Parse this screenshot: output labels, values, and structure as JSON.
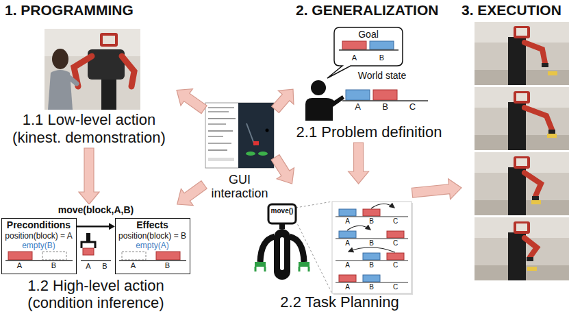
{
  "diagram": {
    "nodes": [
      {
        "text": [
          "1.1 Low-level action (kinest. demonstration)"
        ]
      },
      {
        "text": [
          "1.2 High-level action (condition inference)"
        ]
      },
      {
        "text": [
          "Preconditions",
          "position(block) = A",
          "empty(B)",
          "A",
          "B"
        ],
        "in": 1
      },
      {
        "text": [
          "Effects",
          "position(block) = B",
          "empty(A)",
          "A",
          "B"
        ],
        "in": 1
      },
      {
        "text": [
          "GUI interaction"
        ]
      },
      {
        "text": [
          "World state",
          "A",
          "B",
          "C",
          "2.1 Problem definition"
        ]
      },
      {
        "text": [
          "Goal",
          "A",
          "B"
        ]
      },
      {
        "text": [
          "move()",
          "2.2 Task Planning"
        ]
      },
      {
        "text": [
          "A",
          "B",
          "C",
          "A",
          "B",
          "C",
          "A",
          "B",
          "C",
          "A",
          "B",
          "C"
        ],
        "in": 7
      },
      {
        "text": [
          "3. EXECUTION"
        ]
      }
    ],
    "edges": [
      {
        "from": 0,
        "to": 1,
        "arrow": "to"
      },
      {
        "from": 2,
        "to": 3,
        "arrow": "to",
        "label": "move(block,A,B)"
      },
      {
        "from": 4,
        "to": 0,
        "arrow": "to"
      },
      {
        "from": 4,
        "to": 1,
        "arrow": "to"
      },
      {
        "from": 4,
        "to": 5,
        "arrow": "to"
      },
      {
        "from": 4,
        "to": 7,
        "arrow": "to"
      },
      {
        "from": 5,
        "to": 7,
        "arrow": "to"
      },
      {
        "from": 7,
        "to": 9,
        "arrow": "to"
      }
    ],
    "labels": [
      "1. PROGRAMMING",
      "2. GENERALIZATION",
      "A",
      "B"
    ]
  }
}
